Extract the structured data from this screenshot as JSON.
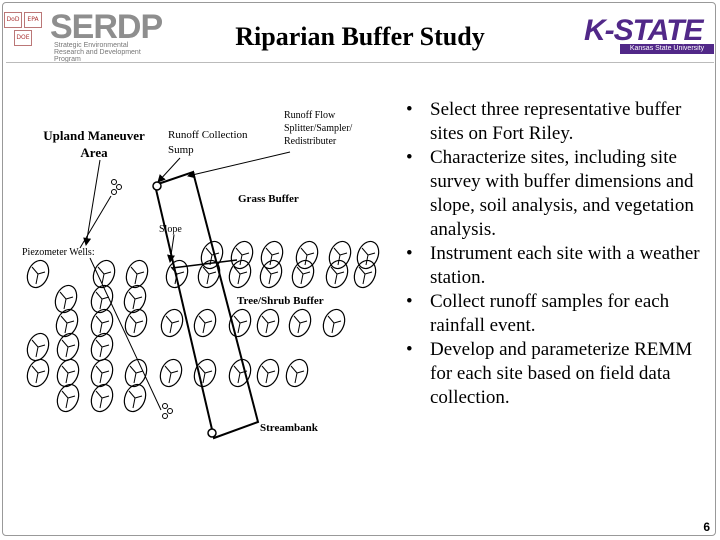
{
  "header": {
    "title": "Riparian Buffer Study",
    "serdp_logo": {
      "word": "SERDP",
      "tagline": "Strategic Environmental Research and Development Program",
      "partner_boxes": [
        "DoD",
        "EPA",
        "DOE"
      ]
    },
    "kstate_logo": {
      "word": "K-STATE",
      "subtitle": "Kansas State University",
      "color": "#512888"
    }
  },
  "diagram": {
    "labels": {
      "upland": "Upland Maneuver Area",
      "sump": "Runoff Collection Sump",
      "splitter": "Runoff Flow Splitter/Sampler/ Redistributer",
      "grass": "Grass Buffer",
      "slope": "Slope",
      "piezometer": "Piezometer Wells:",
      "tree": "Tree/Shrub Buffer",
      "streambank": "Streambank"
    }
  },
  "bullets": [
    "Select three representative buffer sites on Fort Riley.",
    "Characterize sites, including site survey with buffer dimensions and slope, soil analysis, and vegetation analysis.",
    "Instrument each site with a weather station.",
    "Collect runoff samples for each rainfall event.",
    "Develop and parameterize REMM for each site based on field data collection."
  ],
  "page_number": "6"
}
